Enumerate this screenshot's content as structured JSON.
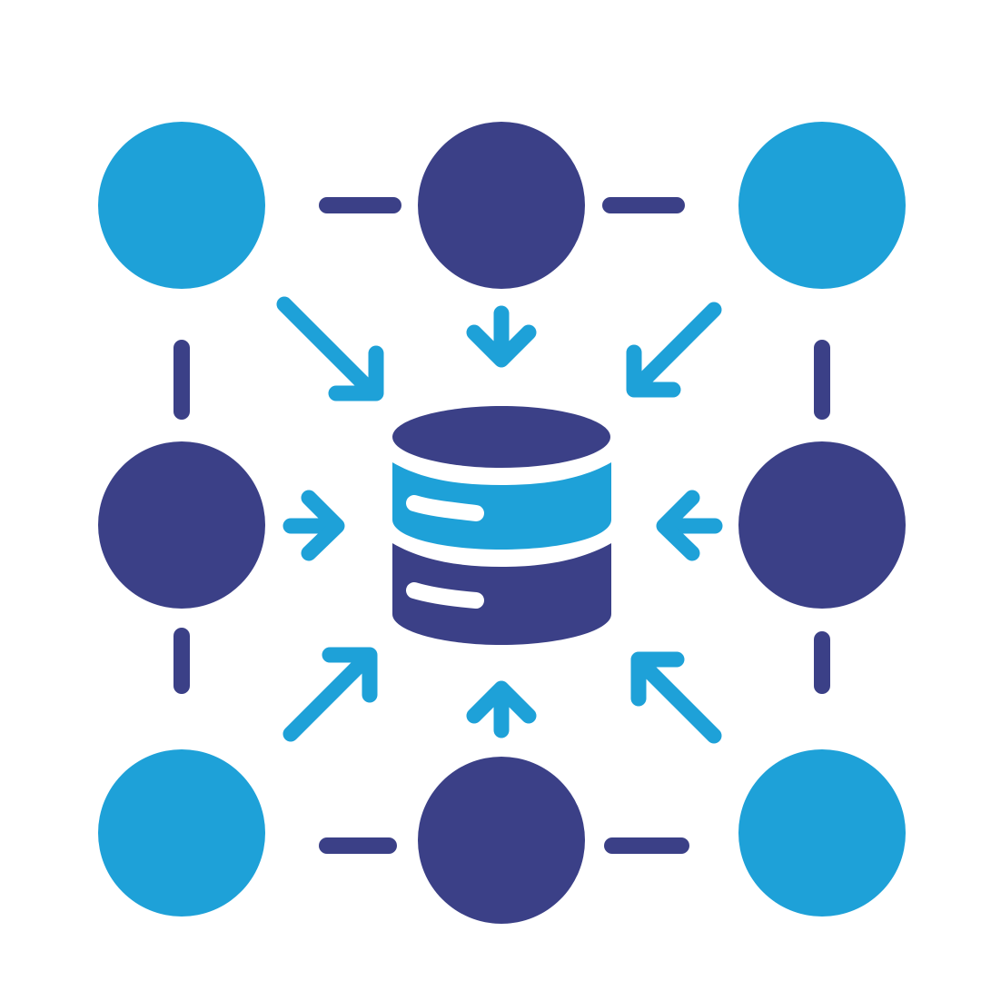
{
  "colors": {
    "light": "#1ea1d8",
    "dark": "#3b4087",
    "background": "#ffffff"
  },
  "icon": {
    "name": "database-network-icon",
    "nodes": [
      {
        "name": "node-top-left",
        "tone": "light"
      },
      {
        "name": "node-top-center",
        "tone": "dark"
      },
      {
        "name": "node-top-right",
        "tone": "light"
      },
      {
        "name": "node-middle-left",
        "tone": "dark"
      },
      {
        "name": "node-middle-right",
        "tone": "dark"
      },
      {
        "name": "node-bottom-left",
        "tone": "light"
      },
      {
        "name": "node-bottom-center",
        "tone": "dark"
      },
      {
        "name": "node-bottom-right",
        "tone": "light"
      }
    ],
    "central": "database-icon"
  }
}
